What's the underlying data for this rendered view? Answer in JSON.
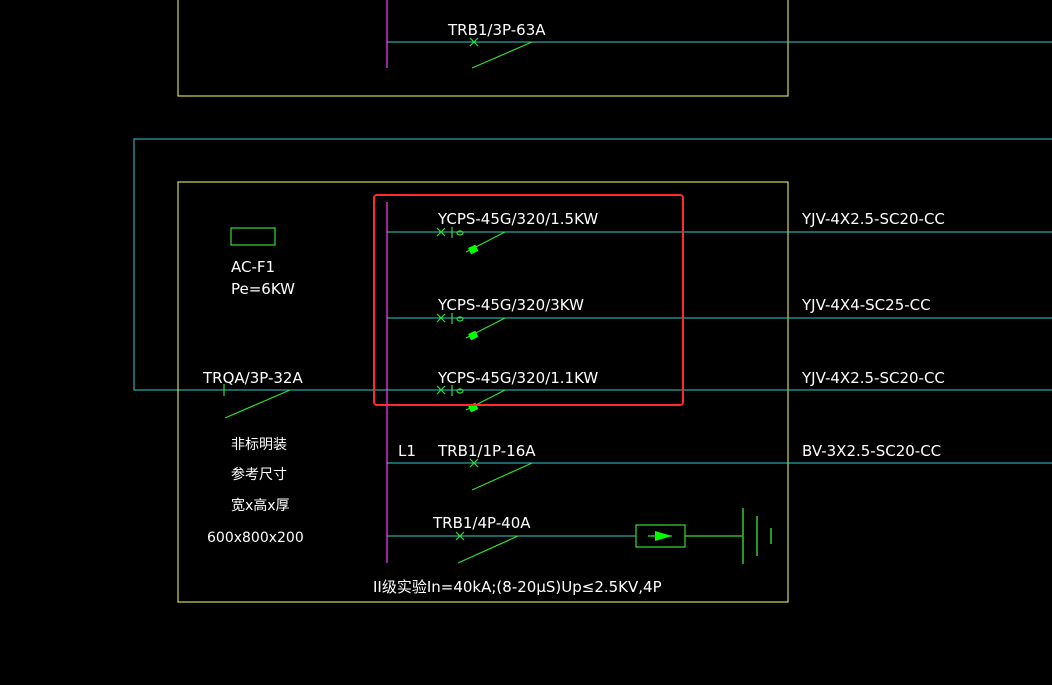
{
  "colors": {
    "background": "#000000",
    "frame": "#ffff66",
    "wire": "#33cccc",
    "busbar": "#cc33cc",
    "device": "#33dd33",
    "terminal": "#00ff00",
    "selection": "#ff2a2a",
    "text": "#ffffff"
  },
  "top_panel": {
    "breaker": "TRB1/3P-63A"
  },
  "panel": {
    "name": "AC-F1",
    "power": "Pe=6KW",
    "incoming_breaker": "TRQA/3P-32A",
    "notes": [
      "非标明装",
      "参考尺寸",
      "宽x高x厚",
      "600x800x200"
    ],
    "phase_label": "L1",
    "spd_note": "II级实验In=40kA;(8-20μS)Up≤2.5KV,4P"
  },
  "circuits": [
    {
      "device": "YCPS-45G/320/1.5KW",
      "cable": "YJV-4X2.5-SC20-CC",
      "highlighted": true
    },
    {
      "device": "YCPS-45G/320/3KW",
      "cable": "YJV-4X4-SC25-CC",
      "highlighted": true
    },
    {
      "device": "YCPS-45G/320/1.1KW",
      "cable": "YJV-4X2.5-SC20-CC",
      "highlighted": true
    },
    {
      "device": "TRB1/1P-16A",
      "cable": "BV-3X2.5-SC20-CC",
      "highlighted": false
    },
    {
      "device": "TRB1/4P-40A",
      "cable": "",
      "highlighted": false
    }
  ]
}
